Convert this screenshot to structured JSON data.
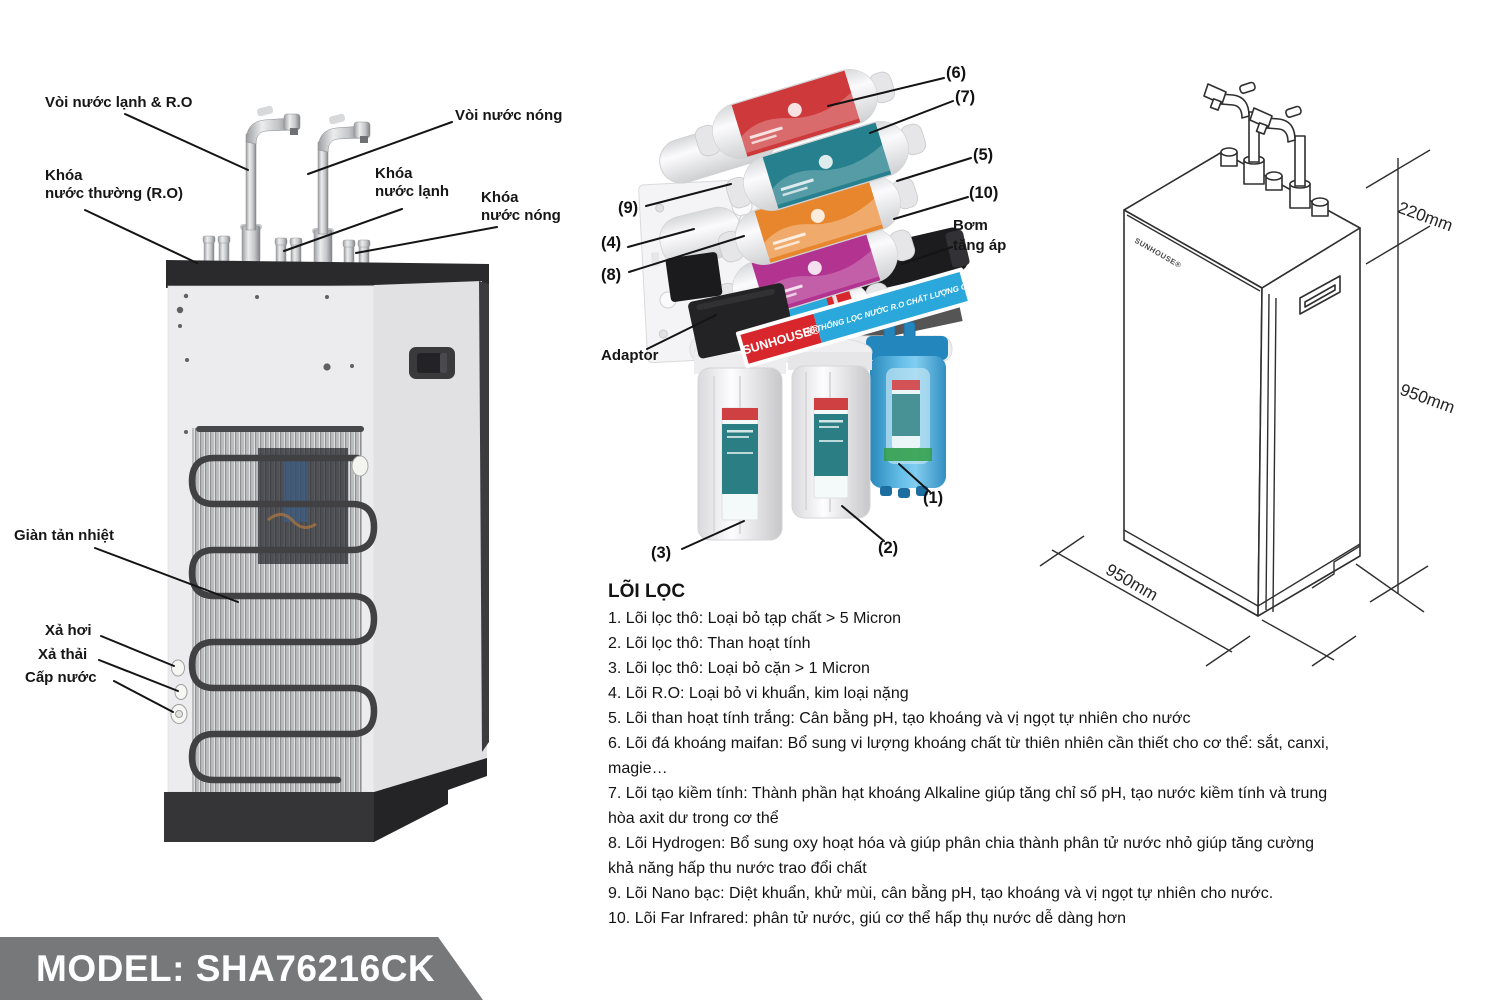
{
  "back_view": {
    "labels": {
      "faucet_cold_ro": "Vòi nước lạnh & R.O",
      "faucet_hot": "Vòi nước nóng",
      "valve_regular": "Khóa\nnước thường (R.O)",
      "valve_cold": "Khóa\nnước lạnh",
      "valve_hot": "Khóa\nnước nóng",
      "condenser": "Giàn tản nhiệt",
      "steam_drain": "Xả hơi",
      "waste_drain": "Xả thải",
      "water_inlet": "Cấp nước"
    }
  },
  "filter_system": {
    "callouts": {
      "c1": "(1)",
      "c2": "(2)",
      "c3": "(3)",
      "c4": "(4)",
      "c5": "(5)",
      "c6": "(6)",
      "c7": "(7)",
      "c8": "(8)",
      "c9": "(9)",
      "c10": "(10)"
    },
    "pump_label": "Bơm\ntăng áp",
    "adaptor_label": "Adaptor",
    "brand_banner": {
      "brand": "SUNHOUSE®",
      "tagline": "HỆ THỐNG LỌC NƯỚC R.O CHẤT LƯỢNG CAO"
    }
  },
  "filter_list": {
    "heading": "LÕI LỌC",
    "items": [
      "1. Lõi lọc thô: Loại bỏ tạp chất > 5 Micron",
      "2. Lõi lọc thô: Than hoạt tính",
      "3. Lõi lọc thô: Loại bỏ cặn > 1 Micron",
      "4. Lõi R.O: Loại bỏ vi khuẩn, kim loại nặng",
      "5. Lõi than hoạt tính trắng: Cân bằng pH, tạo khoáng và vị ngọt tự nhiên cho nước",
      "6. Lõi đá khoáng maifan: Bổ sung vi lượng khoáng chất từ thiên nhiên cần thiết cho cơ thể: sắt, canxi, magie…",
      "7. Lõi tạo kiềm tính: Thành phần hạt khoáng Alkaline giúp tăng chỉ số pH, tạo nước kiềm tính và trung hòa axit dư trong cơ thể",
      "8. Lõi Hydrogen: Bổ sung oxy hoạt hóa và giúp phân chia thành phân tử nước nhỏ giúp tăng cường khả năng hấp thu nước trao đổi chất",
      "9. Lõi Nano bạc: Diệt khuẩn, khử mùi, cân bằng pH, tạo khoáng và vị ngọt tự nhiên cho nước.",
      "10. Lõi Far Infrared: phân tử nước, giú cơ thể hấp thụ nước dễ dàng hơn"
    ]
  },
  "front_view": {
    "brand": "SUNHOUSE®",
    "dim_top": "220mm",
    "dim_height": "950mm",
    "dim_width": "950mm"
  },
  "model_banner": {
    "text": "MODEL: SHA76216CK"
  },
  "colors": {
    "label_red": "#ce3a3c",
    "label_teal": "#27808d",
    "label_orange": "#e8862d",
    "label_magenta": "#b23390",
    "banner_red": "#d7262c",
    "banner_blue": "#2aa7db",
    "housing_blue": "#4fb2e0",
    "model_banner_gray": "#77787a"
  }
}
